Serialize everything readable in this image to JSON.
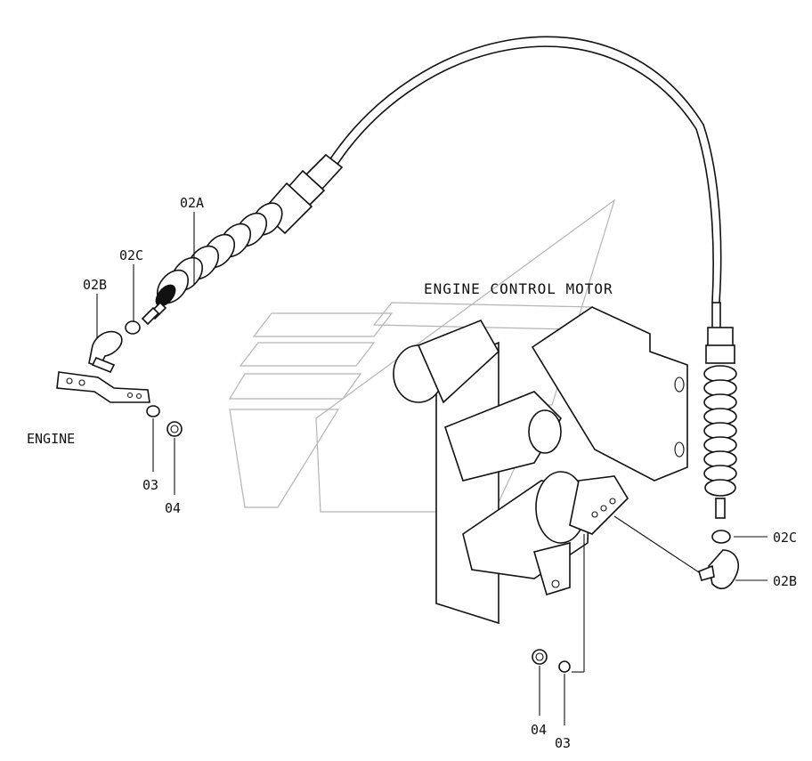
{
  "diagram": {
    "title": "ENGINE CONTROL MOTOR",
    "engine_label": "ENGINE",
    "labels": {
      "cable": "02A",
      "nut_left": "02C",
      "joint_left": "02B",
      "washer_left": "03",
      "locknut_left": "04",
      "nut_right": "02C",
      "joint_right": "02B",
      "locknut_bottom": "04",
      "washer_bottom": "03"
    }
  }
}
